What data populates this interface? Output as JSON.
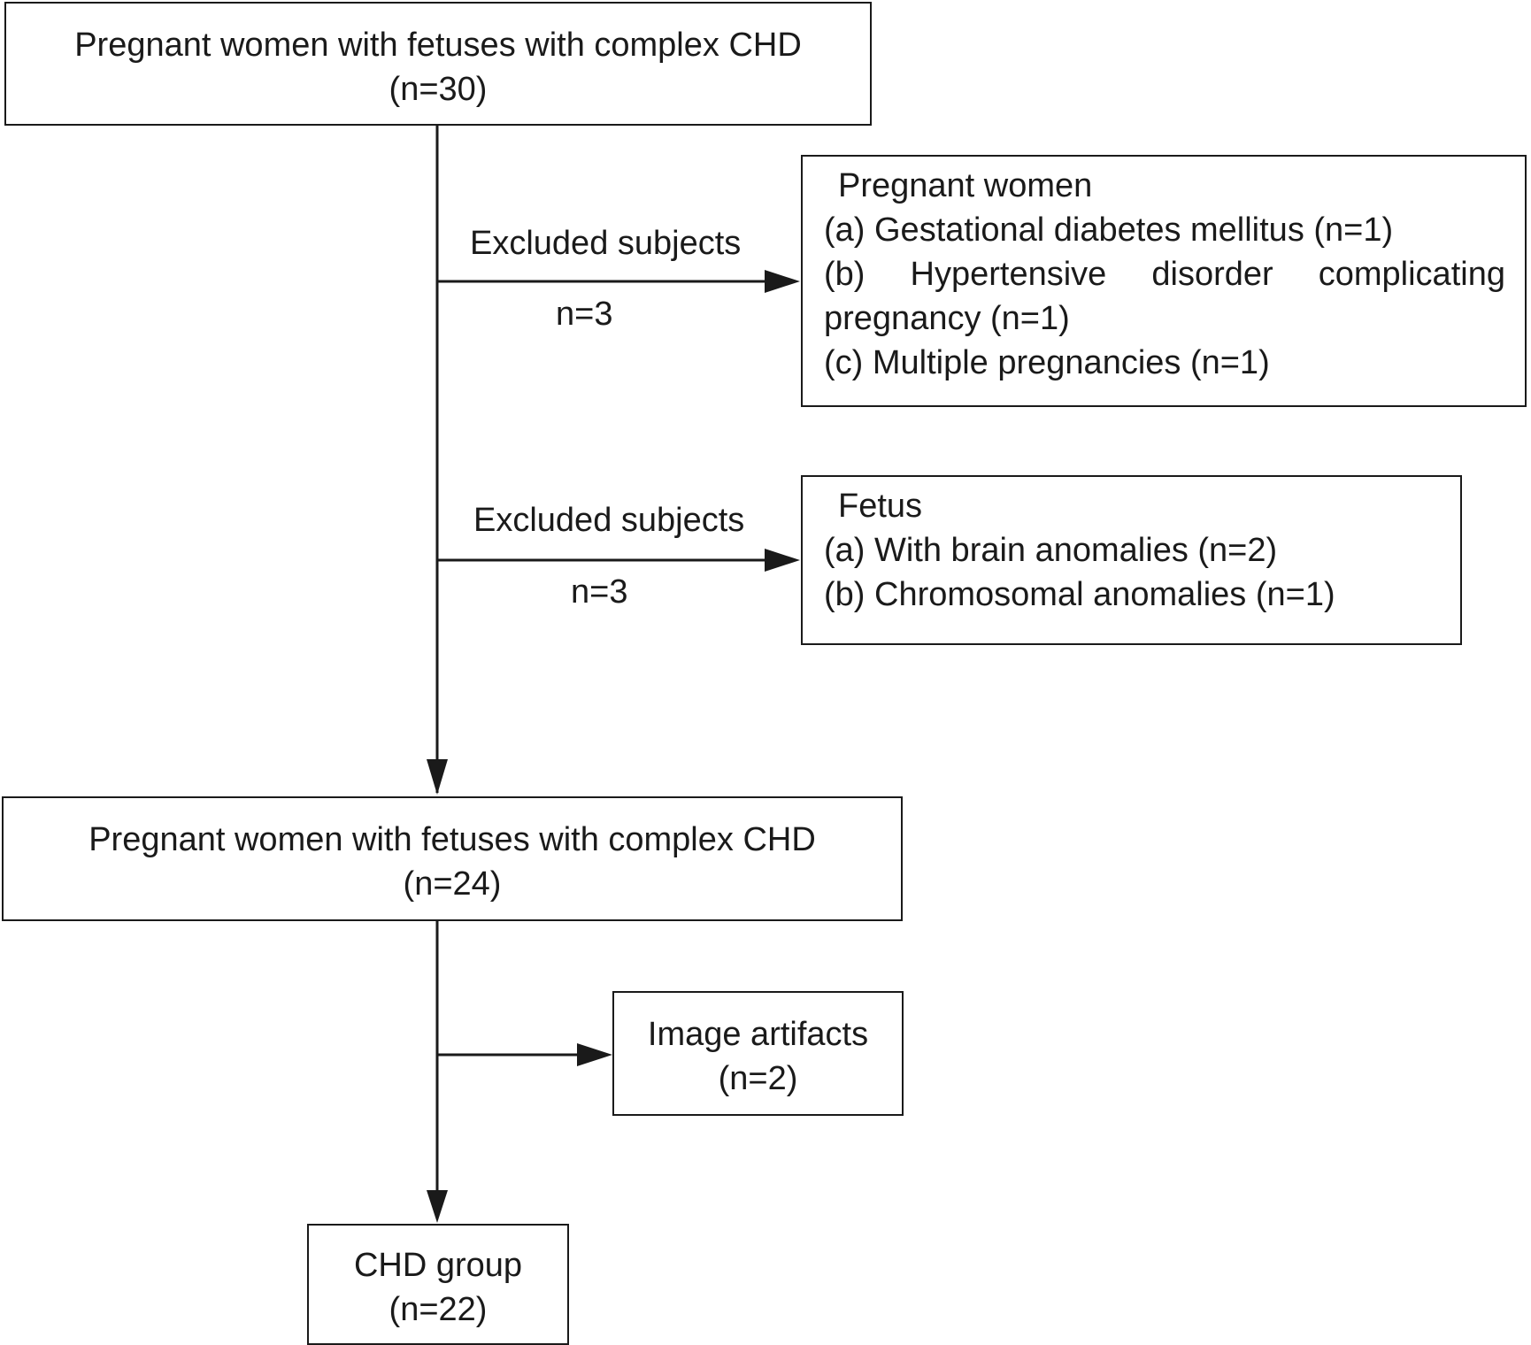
{
  "top_box": {
    "line1": "Pregnant women with  fetuses with complex CHD",
    "line2": "(n=30)"
  },
  "exclusion1": {
    "label": "Excluded subjects",
    "count": "n=3",
    "box": {
      "heading": "Pregnant women",
      "item_a": "(a)  Gestational diabetes mellitus (n=1)",
      "item_b_words": [
        "(b)",
        "Hypertensive",
        "disorder",
        "complicating"
      ],
      "item_b_cont": "pregnancy (n=1)",
      "item_c": "(c)  Multiple pregnancies (n=1)"
    }
  },
  "exclusion2": {
    "label": "Excluded subjects",
    "count": "n=3",
    "box": {
      "heading": "Fetus",
      "item_a": "(a) With brain anomalies (n=2)",
      "item_b": "(b) Chromosomal  anomalies (n=1)"
    }
  },
  "middle_box": {
    "line1": "Pregnant women with fetuses with complex CHD",
    "line2": "(n=24)"
  },
  "artifacts_box": {
    "line1": "Image artifacts",
    "line2": "(n=2)"
  },
  "final_box": {
    "line1": "CHD group",
    "line2": "(n=22)"
  }
}
